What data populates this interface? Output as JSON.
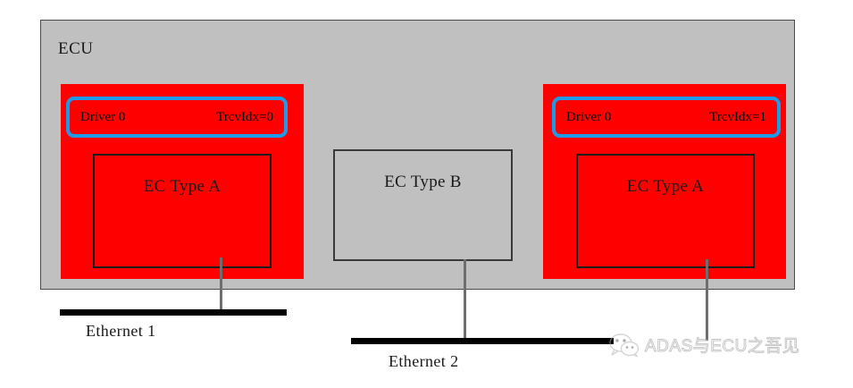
{
  "diagram": {
    "ecu": {
      "label": "ECU"
    },
    "controllers": [
      {
        "id": "left",
        "driver_name": "Driver 0",
        "trcv_index": "TrcvIdx=0",
        "ec_type": "EC Type A",
        "highlight_color": "#1e9be8",
        "block_color": "#fe0000"
      },
      {
        "id": "right",
        "driver_name": "Driver 0",
        "trcv_index": "TrcvIdx=1",
        "ec_type": "EC Type A",
        "highlight_color": "#1e9be8",
        "block_color": "#fe0000"
      }
    ],
    "middle_controller": {
      "id": "middle",
      "ec_type": "EC Type B",
      "block_color": "#c0c0c0"
    },
    "buses": [
      {
        "id": "eth1",
        "label": "Ethernet 1"
      },
      {
        "id": "eth2",
        "label": "Ethernet 2"
      }
    ],
    "colors": {
      "ecu_background": "#c0c0c0",
      "controller_red": "#fe0000",
      "driver_border_blue": "#1e9be8",
      "bus_black": "#000000",
      "connector_gray": "#6e6e6e",
      "text_black": "#1a1a1a"
    }
  },
  "watermark": {
    "text": "ADAS与ECU之吾见",
    "icon": "wechat-icon"
  }
}
